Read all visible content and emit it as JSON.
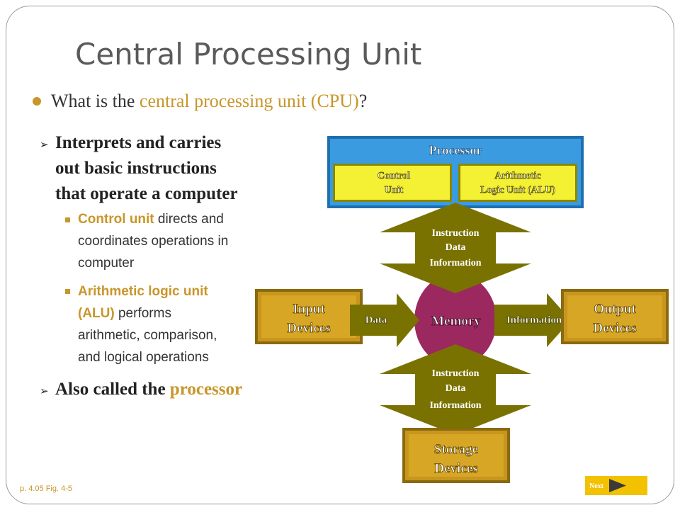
{
  "slide": {
    "title": "Central Processing Unit",
    "question_prefix": "What is the ",
    "question_highlight": "central processing unit (CPU)",
    "question_suffix": "?",
    "bullet1_lines": [
      "Interprets and carries",
      "out basic instructions",
      "that operate a computer"
    ],
    "sub1": {
      "highlight": "Control unit",
      "lines": [
        " directs and",
        "coordinates operations in",
        "computer"
      ]
    },
    "sub2": {
      "highlight_lines": [
        "Arithmetic logic unit",
        "(ALU)"
      ],
      "rest_lines": [
        " performs",
        "arithmetic, comparison,",
        "and logical operations"
      ]
    },
    "bullet2_prefix": "Also called the ",
    "bullet2_highlight": "processor",
    "reference": "p. 4.05 Fig. 4-5",
    "next_label": "Next"
  },
  "diagram": {
    "processor": "Processor",
    "control_unit": [
      "Control",
      "Unit"
    ],
    "alu": [
      "Arithmetic",
      "Logic Unit (ALU)"
    ],
    "flow_labels": [
      "Instruction",
      "Data",
      "Information"
    ],
    "input_devices": [
      "Input",
      "Devices"
    ],
    "output_devices": [
      "Output",
      "Devices"
    ],
    "storage_devices": [
      "Storage",
      "Devices"
    ],
    "memory": "Memory",
    "data_arrow": "Data",
    "information_arrow": "Information"
  },
  "colors": {
    "accent": "#c8962a",
    "processor_blue": "#2f8fd8",
    "unit_yellow": "#f2ee30",
    "olive": "#7a7200",
    "device_gold": "#d2a020",
    "memory": "#9c2860"
  }
}
